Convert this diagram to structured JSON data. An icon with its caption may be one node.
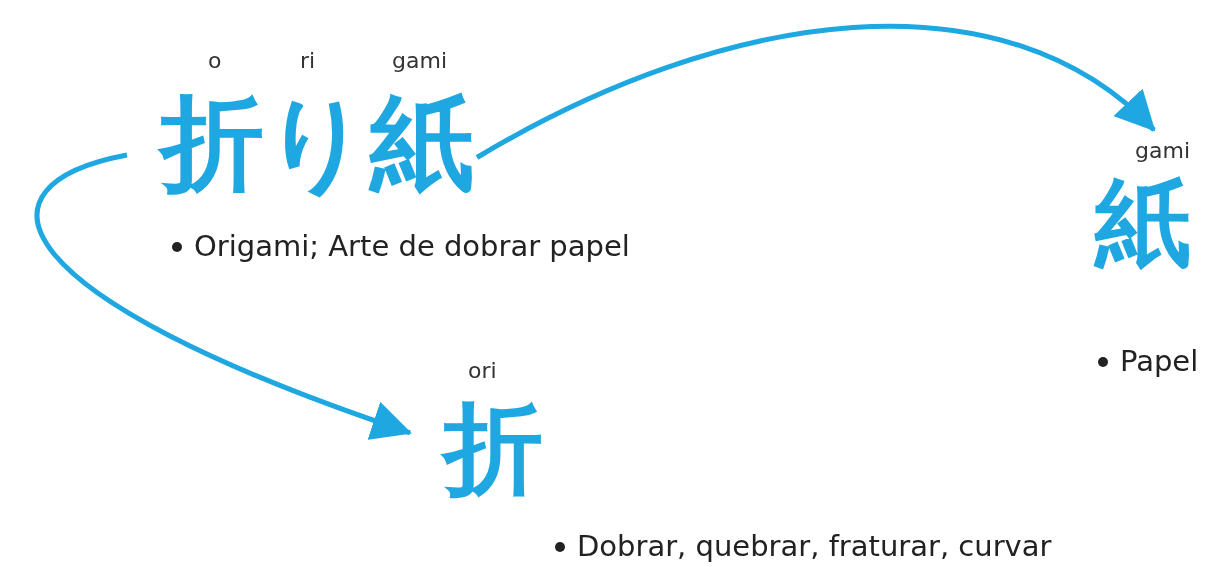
{
  "diagram": {
    "nodes": [
      {
        "text": [
          "折り紙"
        ],
        "beside": [
          "o",
          "ri",
          "gami",
          "Origami; Arte de dobrar papel"
        ]
      },
      {
        "text": [
          "紙"
        ],
        "beside": [
          "gami",
          "Papel"
        ]
      },
      {
        "text": [
          "折"
        ],
        "beside": [
          "ori",
          "Dobrar, quebrar, fraturar, curvar"
        ]
      }
    ],
    "edges": [
      {
        "from": 0,
        "to": 1,
        "arrow": "to",
        "color": "#1ea7e1"
      },
      {
        "from": 0,
        "to": 2,
        "arrow": "to",
        "color": "#1ea7e1"
      }
    ]
  }
}
